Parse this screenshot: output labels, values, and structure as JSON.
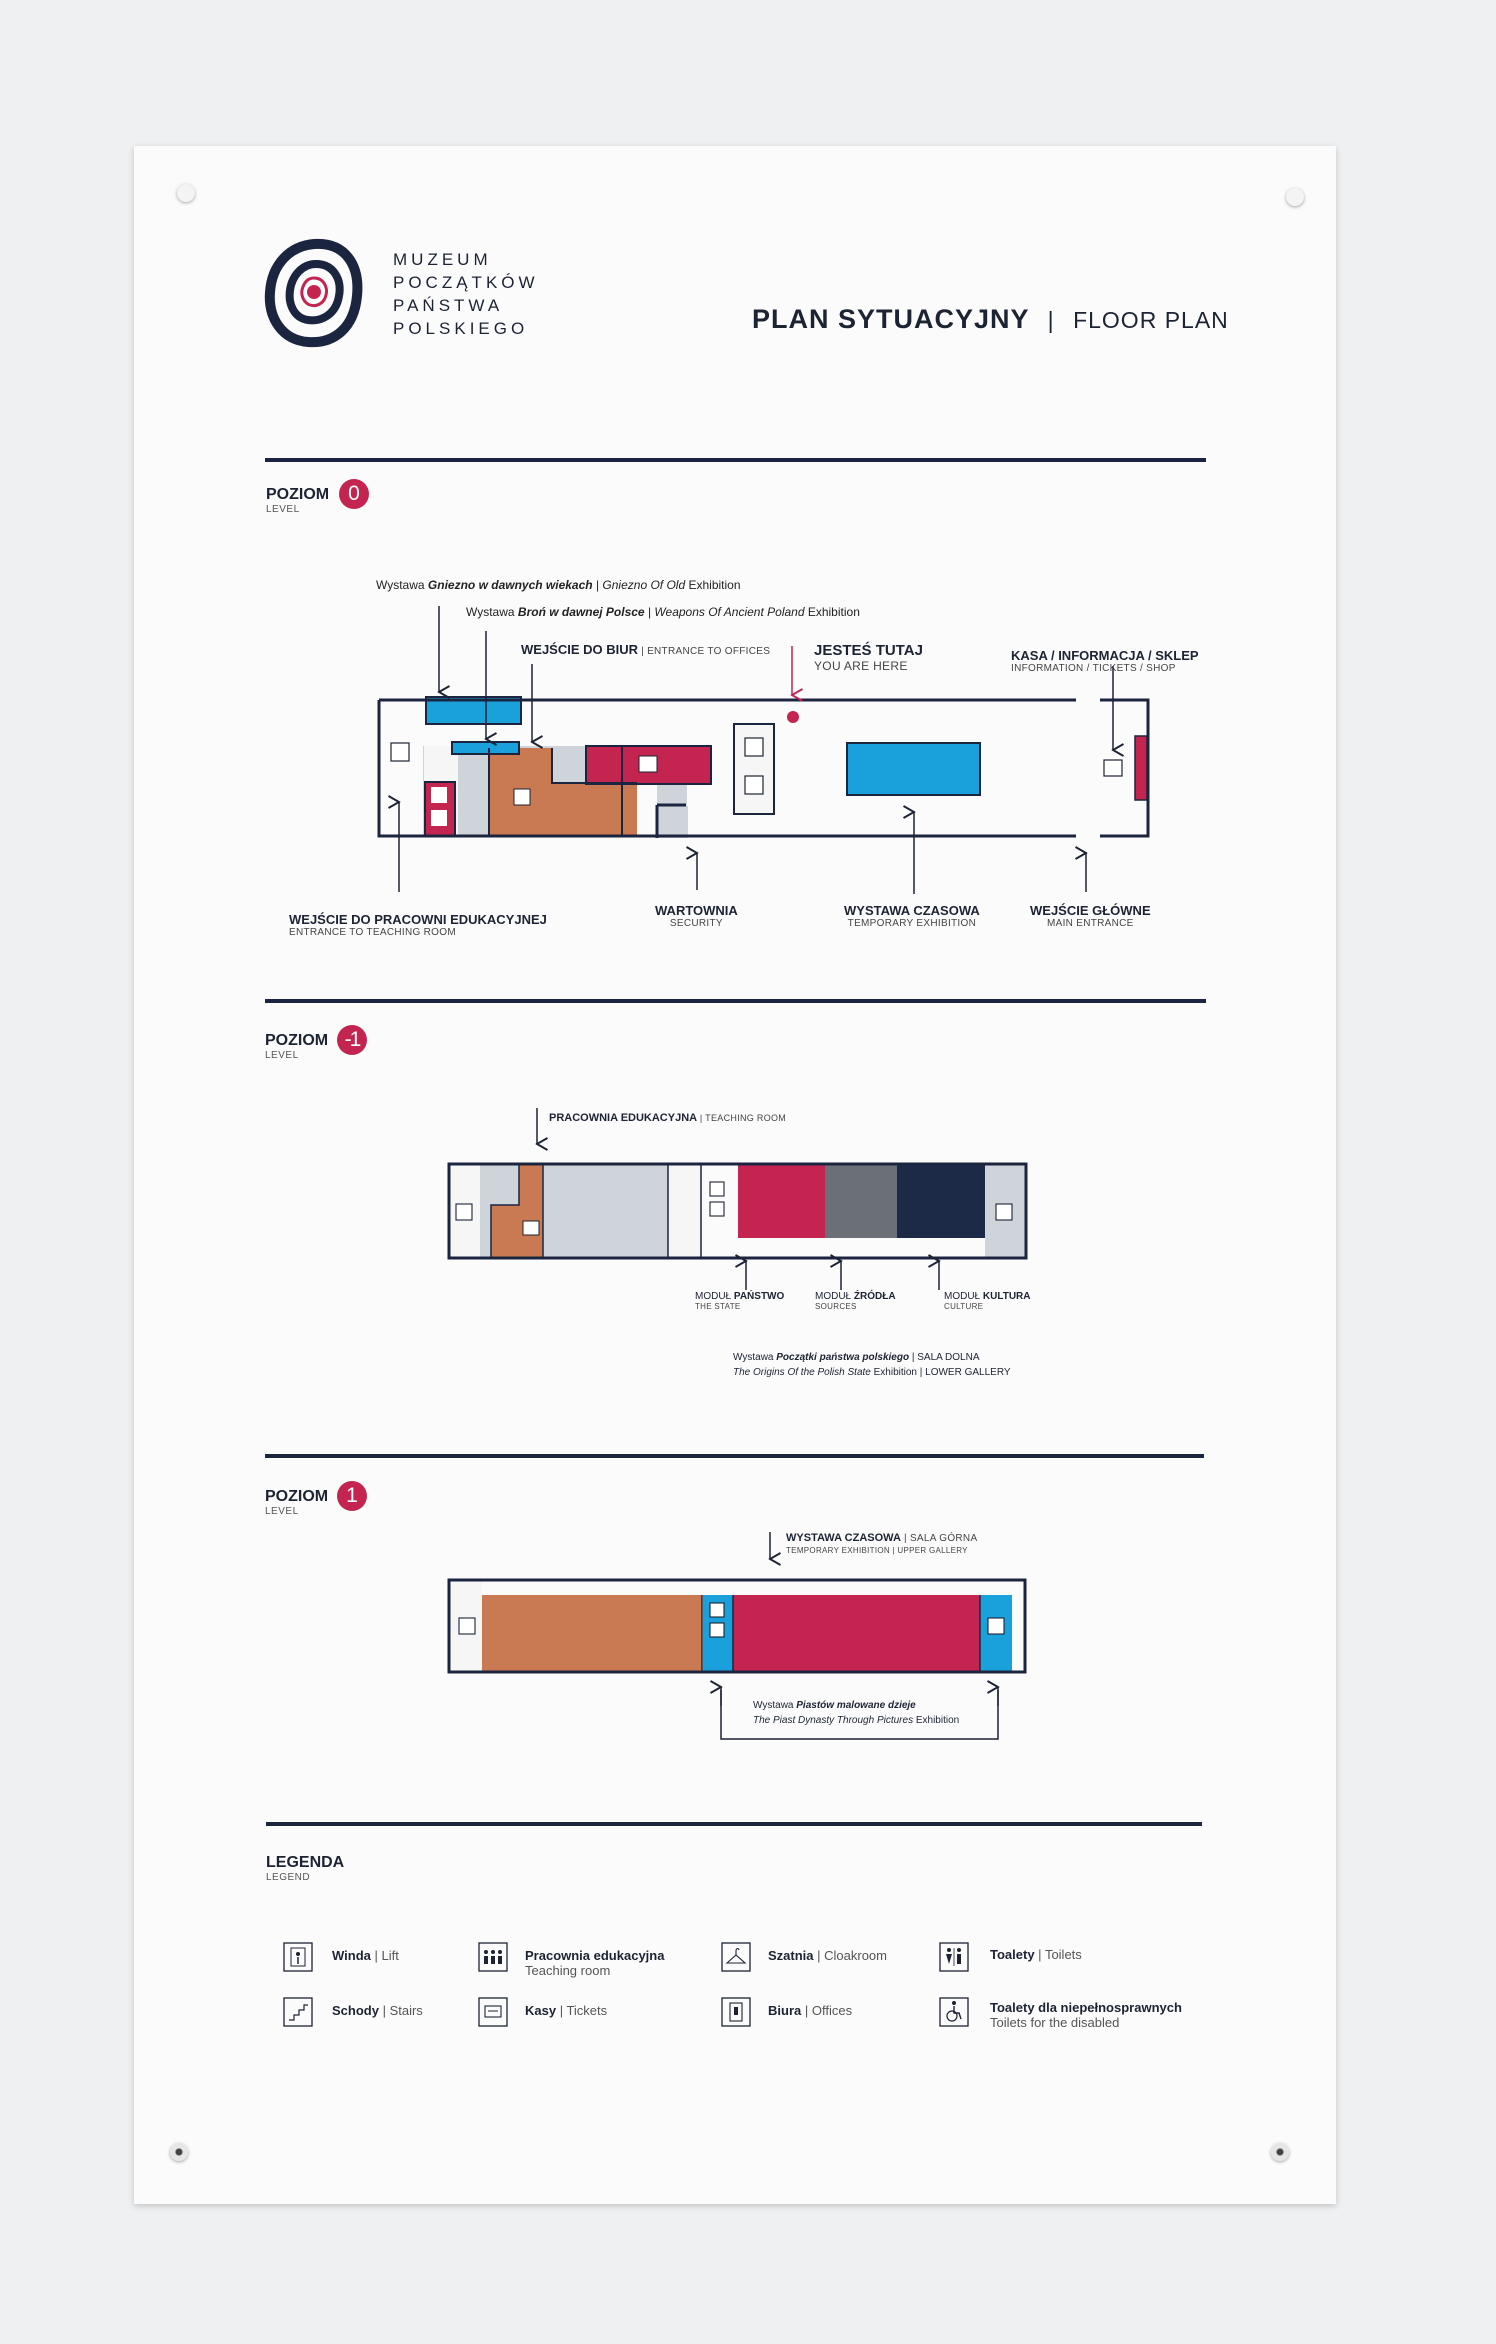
{
  "header": {
    "museum_name": [
      "MUZEUM",
      "POCZĄTKÓW",
      "PAŃSTWA",
      "POLSKIEGO"
    ],
    "title_pl": "PLAN SYTUACYJNY",
    "title_sep": "|",
    "title_en": "FLOOR PLAN"
  },
  "levels": {
    "l0": {
      "label": "POZIOM",
      "sub": "LEVEL",
      "number": "0"
    },
    "lm1": {
      "label": "POZIOM",
      "sub": "LEVEL",
      "number": "-1"
    },
    "l1": {
      "label": "POZIOM",
      "sub": "LEVEL",
      "number": "1"
    }
  },
  "level0": {
    "ex1": {
      "pre": "Wystawa ",
      "name": "Gniezno w dawnych wiekach",
      "sep": " | ",
      "en": "Gniezno Of Old",
      "post": "  Exhibition"
    },
    "ex2": {
      "pre": "Wystawa ",
      "name": "Broń w dawnej Polsce",
      "sep": " | ",
      "en": "Weapons Of Ancient Poland",
      "post": "  Exhibition"
    },
    "offices": {
      "label": "WEJŚCIE DO BIUR",
      "sub": " | ENTRANCE TO OFFICES"
    },
    "you_are_here": {
      "label": "JESTEŚ TUTAJ",
      "sub": "YOU ARE HERE"
    },
    "ticket": {
      "label": "KASA / INFORMACJA / SKLEP",
      "sub": "INFORMATION / TICKETS / SHOP"
    },
    "teaching_entrance": {
      "label": "WEJŚCIE DO PRACOWNI EDUKACYJNEJ",
      "sub": "ENTRANCE TO TEACHING ROOM"
    },
    "security": {
      "label": "WARTOWNIA",
      "sub": "SECURITY"
    },
    "temporary": {
      "label": "WYSTAWA CZASOWA",
      "sub": "TEMPORARY EXHIBITION"
    },
    "main_entrance": {
      "label": "WEJŚCIE GŁÓWNE",
      "sub": "MAIN ENTRANCE"
    }
  },
  "levelm1": {
    "teaching_room": {
      "label": "PRACOWNIA EDUKACYJNA",
      "sub": " | TEACHING ROOM"
    },
    "state": {
      "pre": "MODUŁ ",
      "label": "PAŃSTWO",
      "sub": "THE STATE"
    },
    "sources": {
      "pre": "MODUŁ ",
      "label": "ŹRÓDŁA",
      "sub": "SOURCES"
    },
    "culture": {
      "pre": "MODUŁ ",
      "label": "KULTURA",
      "sub": "CULTURE"
    },
    "exhibit": {
      "pre": "Wystawa ",
      "name": "Początki państwa polskiego",
      "post": " | SALA DOLNA",
      "en": "The Origins Of the Polish State",
      "en_post": " Exhibition | LOWER GALLERY"
    }
  },
  "level1": {
    "temporary": {
      "label": "WYSTAWA CZASOWA",
      "post": " | SALA GÓRNA",
      "sub": "TEMPORARY EXHIBITION | UPPER GALLERY"
    },
    "exhibit": {
      "pre": "Wystawa ",
      "name": "Piastów malowane dzieje",
      "en": "The Piast Dynasty Through Pictures",
      "en_post": " Exhibition"
    }
  },
  "legend": {
    "title": "LEGENDA",
    "sub": "LEGEND",
    "items": [
      {
        "pl": "Winda",
        "sep": " | ",
        "en": "Lift",
        "icon": "lift-icon"
      },
      {
        "pl": "Schody",
        "sep": " | ",
        "en": "Stairs",
        "icon": "stairs-icon"
      },
      {
        "pl": "Pracownia edukacyjna",
        "sep": "",
        "en": "Teaching room",
        "icon": "teaching-room-icon"
      },
      {
        "pl": "Kasy",
        "sep": " | ",
        "en": "Tickets",
        "icon": "tickets-icon"
      },
      {
        "pl": "Szatnia",
        "sep": " | ",
        "en": "Cloakroom",
        "icon": "cloakroom-icon"
      },
      {
        "pl": "Biura",
        "sep": " | ",
        "en": "Offices",
        "icon": "offices-icon"
      },
      {
        "pl": "Toalety",
        "sep": " | ",
        "en": "Toilets",
        "icon": "toilets-icon"
      },
      {
        "pl": "Toalety dla niepełnosprawnych",
        "sep": "",
        "en": "Toilets for the disabled",
        "icon": "disabled-toilets-icon"
      }
    ]
  },
  "colors": {
    "navy": "#1c2540",
    "crimson": "#c42550",
    "blue": "#1aa0db",
    "orange": "#c97a52",
    "grey": "#cfd4da",
    "slate": "#6b6f78",
    "dark_navy": "#1c2a47"
  }
}
